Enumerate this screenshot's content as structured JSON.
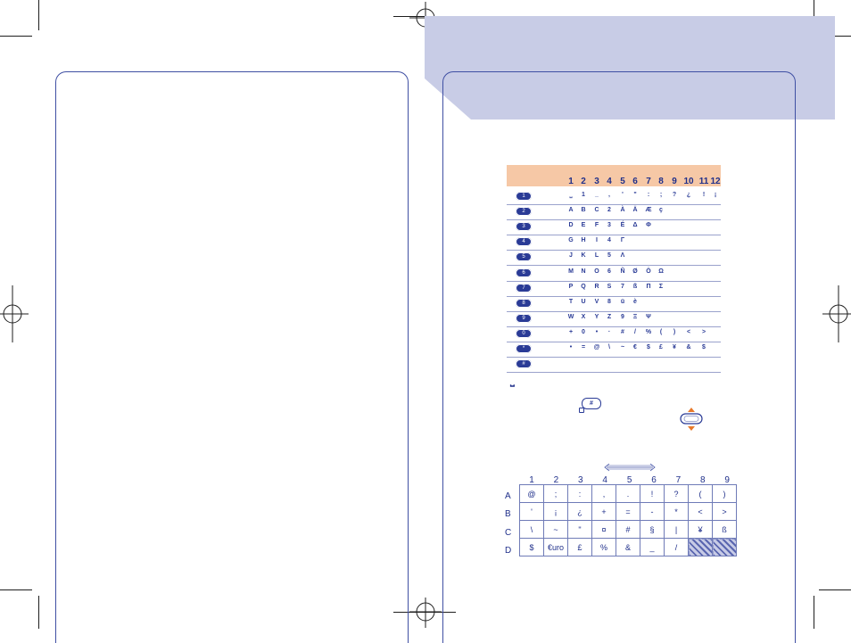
{
  "column_numbers": [
    "1",
    "2",
    "3",
    "4",
    "5",
    "6",
    "7",
    "8",
    "9",
    "10",
    "11",
    "12"
  ],
  "key_rows": [
    {
      "key_icon": "1",
      "chars": [
        "⎵",
        "1",
        "_",
        ",",
        "'",
        "\"",
        ":",
        ";",
        "?",
        "¿",
        "!",
        "¡"
      ]
    },
    {
      "key_icon": "2",
      "chars": [
        "A",
        "B",
        "C",
        "2",
        "À",
        "Ä",
        "Æ",
        "ç"
      ]
    },
    {
      "key_icon": "3",
      "chars": [
        "D",
        "E",
        "F",
        "3",
        "É",
        "Δ",
        "Φ"
      ]
    },
    {
      "key_icon": "4",
      "chars": [
        "G",
        "H",
        "I",
        "4",
        "Γ"
      ]
    },
    {
      "key_icon": "5",
      "chars": [
        "J",
        "K",
        "L",
        "5",
        "Λ"
      ]
    },
    {
      "key_icon": "6",
      "chars": [
        "M",
        "N",
        "O",
        "6",
        "Ñ",
        "Ø",
        "Ö",
        "Ω"
      ]
    },
    {
      "key_icon": "7",
      "chars": [
        "P",
        "Q",
        "R",
        "S",
        "7",
        "ß",
        "Π",
        "Σ"
      ]
    },
    {
      "key_icon": "8",
      "chars": [
        "T",
        "U",
        "V",
        "8",
        "ü",
        "è"
      ]
    },
    {
      "key_icon": "9",
      "chars": [
        "W",
        "X",
        "Y",
        "Z",
        "9",
        "Ξ",
        "Ψ"
      ]
    },
    {
      "key_icon": "0",
      "chars": [
        "+",
        "0",
        "•",
        "·",
        "#",
        "/",
        "%",
        "(",
        ")",
        "<",
        ">"
      ]
    },
    {
      "key_icon": "*",
      "chars": [
        "•",
        "=",
        "@",
        "\\",
        "~",
        "€",
        "$",
        "£",
        "¥",
        "&",
        "$"
      ]
    },
    {
      "key_icon": "#",
      "chars": []
    }
  ],
  "space_symbol": "⎵",
  "lock_key_icon": "#",
  "symbol_grid": {
    "col_headers": [
      "1",
      "2",
      "3",
      "4",
      "5",
      "6",
      "7",
      "8",
      "9"
    ],
    "row_headers": [
      "A",
      "B",
      "C",
      "D"
    ],
    "rows": [
      [
        "@",
        ";",
        ":",
        ",",
        ".",
        "!",
        "?",
        "(",
        ")"
      ],
      [
        "'",
        "¡",
        "¿",
        "+",
        "=",
        "-",
        "*",
        "<",
        ">"
      ],
      [
        "\\",
        "~",
        "\"",
        "¤",
        "#",
        "§",
        "|",
        "¥",
        "ß"
      ],
      [
        "$",
        "€uro",
        "£",
        "%",
        "&",
        "_",
        "/",
        "",
        ""
      ]
    ]
  },
  "colors": {
    "accent_band": "#c8cce6",
    "header_peach": "#f6c8a6",
    "text_blue": "#1f2f8a",
    "orange_arrow": "#e8792a"
  }
}
